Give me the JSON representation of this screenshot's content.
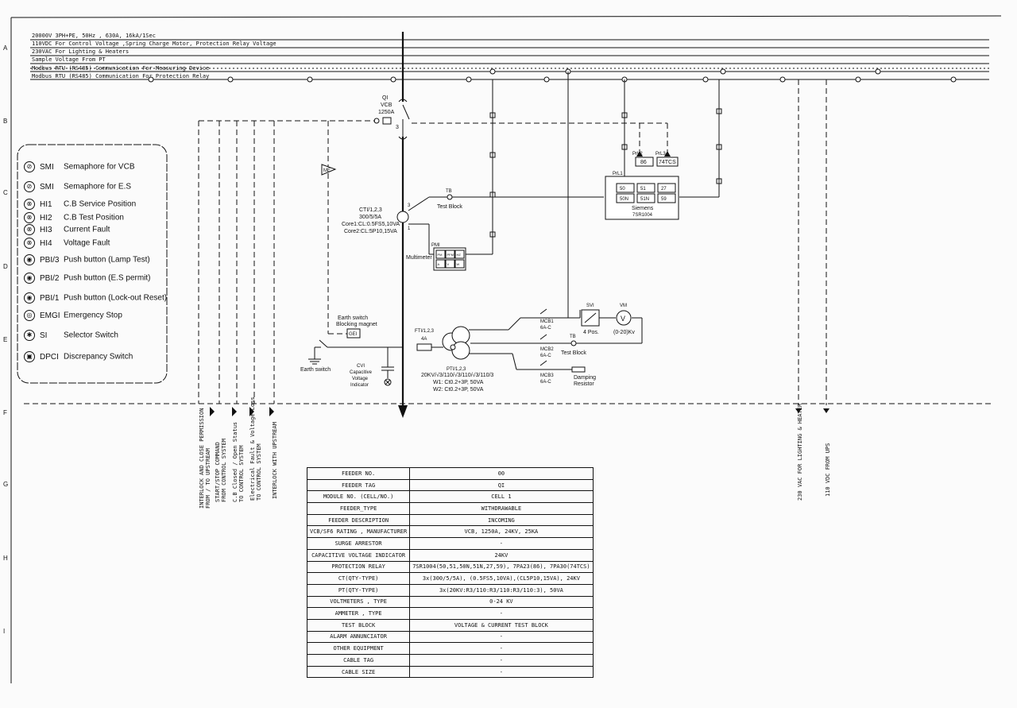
{
  "buses": [
    "20000V 3PH+PE, 50Hz , 630A, 16kA/1Sec",
    "110VDC For Control Voltage ,Spring Charge Motor, Protection Relay Voltage",
    "230VAC For Lighting & Heaters",
    "Sample Voltage From PT",
    "Modbus RTU (RS485) Communication For Measuring Device",
    "Modbus RTU (RS485) Communication For Protection Relay"
  ],
  "grid_rows": [
    "A",
    "B",
    "C",
    "D",
    "E",
    "F",
    "G",
    "H",
    "I"
  ],
  "legend": [
    {
      "code": "SMI",
      "label": "Semaphore for VCB",
      "icon": "semaphore-icon"
    },
    {
      "code": "SMI",
      "label": "Semaphore for E.S",
      "icon": "semaphore-icon"
    },
    {
      "code": "HI1",
      "label": "C.B Service Position",
      "icon": "lamp-icon"
    },
    {
      "code": "HI2",
      "label": "C.B Test Position",
      "icon": "lamp-icon"
    },
    {
      "code": "HI3",
      "label": "Current Fault",
      "icon": "lamp-icon"
    },
    {
      "code": "HI4",
      "label": "Voltage Fault",
      "icon": "lamp-icon"
    },
    {
      "code": "PBI/3",
      "label": "Push button (Lamp Test)",
      "icon": "push-button-icon"
    },
    {
      "code": "PBI/2",
      "label": "Push button (E.S permit)",
      "icon": "push-button-icon"
    },
    {
      "code": "PBI/1",
      "label": "Push button (Lock-out Reset)",
      "icon": "push-button-icon"
    },
    {
      "code": "EMGI",
      "label": "Emergency Stop",
      "icon": "emergency-stop-icon"
    },
    {
      "code": "SI",
      "label": "Selector Switch",
      "icon": "selector-switch-icon"
    },
    {
      "code": "DPCI",
      "label": "Discrepancy Switch",
      "icon": "discrepancy-switch-icon"
    }
  ],
  "labels": {
    "vcb_tag": "QI",
    "vcb_name": "VCB",
    "vcb_rating": "1250A",
    "arrester": "ME",
    "ct_tag": "CTI/1,2,3",
    "ct_ratio": "300/5/5A",
    "ct_core1": "Core1:CL:0.5FS5,10VA",
    "ct_core2": "Core2:CL:5P10,15VA",
    "testblock_tag1": "TB",
    "testblock1": "Test Block",
    "multimeter_tag": "PMI",
    "multimeter": "Multimeter",
    "relay_tag": "PrL1",
    "relay_name": "Siemens",
    "relay_model": "7SR1004",
    "prl2": "PrL2",
    "prl2_code": "86",
    "prl3": "PrL3",
    "prl3_code": "74TCS",
    "relay_codes": [
      "50",
      "51",
      "27",
      "50N",
      "51N",
      "59"
    ],
    "pm_codes": [
      "PM",
      "PFM",
      "HZ",
      "A",
      "V",
      "W"
    ],
    "earth_magnet_1": "Earth switch",
    "earth_magnet_2": "Blocking magnet",
    "ge_tag": "GEI",
    "earth_switch": "Earth switch",
    "fuse_tag": "FTI/1,2,3",
    "fuse_rating": "4A",
    "cvi_tag": "CVI",
    "cvi_1": "Capacitive",
    "cvi_2": "Voltage",
    "cvi_3": "Indicator",
    "pt_tag": "PTI/1,2,3",
    "pt_ratio": "20KV/√3/110/√3/110/√3/110/3",
    "pt_w1": "W1: Ct0.2+3P, 50VA",
    "pt_w2": "W2: Ct0.2+3P, 50VA",
    "mcb1": "MCB1",
    "mcb2": "MCB2",
    "mcb3": "MCB3",
    "mcb_rating": "6A-C",
    "sv_tag": "SVI",
    "sv_pos": "4 Pos.",
    "vm_tag": "VM",
    "vm_range": "(0-20)Kv",
    "testblock_tag2": "TB",
    "testblock2": "Test Block",
    "damping_1": "Damping",
    "damping_2": "Resistor"
  },
  "vertical_labels": [
    {
      "l1": "INTERLOCK AND CLOSE PERMISSION",
      "l2": "FROM / TO UPSTREAM"
    },
    {
      "l1": "START/STOP COMMAND",
      "l2": "FROM CONTROL SYSTEM"
    },
    {
      "l1": "C.B Closed / Open Status",
      "l2": "TO CONTROL SYSTEM"
    },
    {
      "l1": "Electrical Fault & Voltage Loss",
      "l2": "TO CONTROL SYSTEM"
    },
    {
      "l1": "INTERLOCK WITH UPSTREAM",
      "l2": ""
    },
    {
      "l1": "230 VAC FOR LIGHTING & HEATER",
      "l2": ""
    },
    {
      "l1": "110 VDC FROM UPS",
      "l2": ""
    }
  ],
  "feeder_table": [
    {
      "k": "FEEDER NO.",
      "v": "00"
    },
    {
      "k": "FEEDER TAG",
      "v": "QI"
    },
    {
      "k": "MODULE NO. (CELL/NO.)",
      "v": "CELL 1"
    },
    {
      "k": "FEEDER_TYPE",
      "v": "WITHDRAWABLE"
    },
    {
      "k": "FEEDER DESCRIPTION",
      "v": "INCOMING"
    },
    {
      "k": "VCB/SF6 RATING , MANUFACTURER",
      "v": "VCB, 1250A, 24KV, 25KA"
    },
    {
      "k": "SURGE ARRESTOR",
      "v": "-"
    },
    {
      "k": "CAPACITIVE VOLTAGE INDICATOR",
      "v": "24KV"
    },
    {
      "k": "PROTECTION RELAY",
      "v": "7SR1004(50,51,50N,51N,27,59), 7PA23(86), 7PA30(74TCS)"
    },
    {
      "k": "CT(QTY-TYPE)",
      "v": "3x(300/5/5A), (0.5FS5,10VA),(CL5P10,15VA), 24KV"
    },
    {
      "k": "PT(QTY-TYPE)",
      "v": "3x(20KV:R3/110:R3/110:R3/110:3), 50VA"
    },
    {
      "k": "VOLTMETERS , TYPE",
      "v": "0-24 KV"
    },
    {
      "k": "AMMETER , TYPE",
      "v": "-"
    },
    {
      "k": "TEST BLOCK",
      "v": "VOLTAGE & CURRENT TEST BLOCK"
    },
    {
      "k": "ALARM ANNUNCIATOR",
      "v": "-"
    },
    {
      "k": "OTHER EQUIPMENT",
      "v": "-"
    },
    {
      "k": "CABLE TAG",
      "v": "-"
    },
    {
      "k": "CABLE SIZE",
      "v": "-"
    }
  ]
}
